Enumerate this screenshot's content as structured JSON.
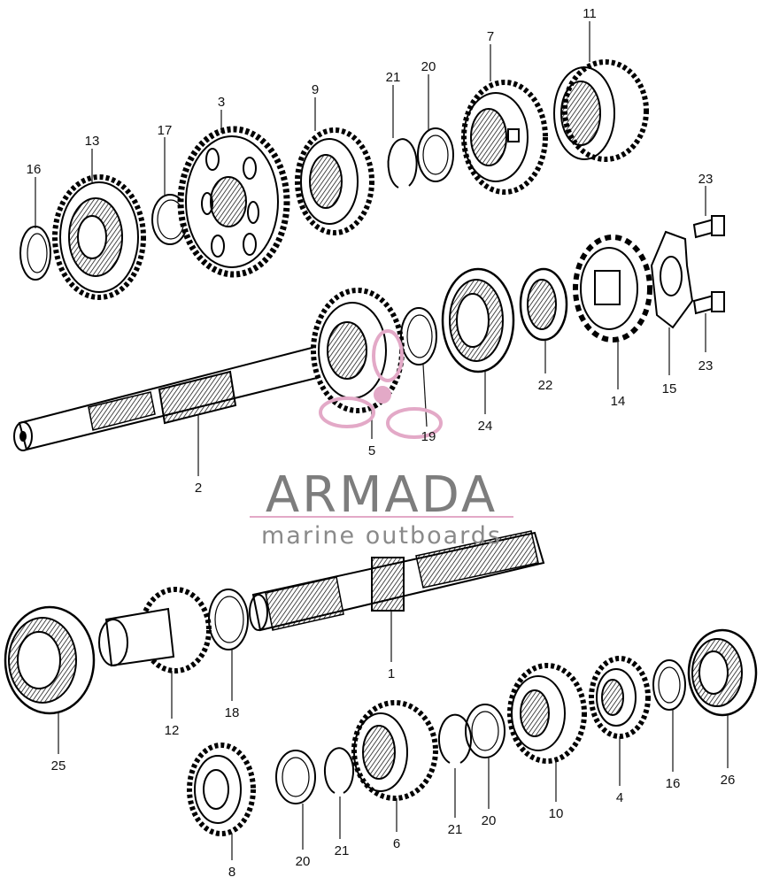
{
  "watermark": {
    "brand": "ARMADA",
    "tagline": "marine outboards",
    "accent_color": "#e3a9c7",
    "text_color": "#7d7d7d"
  },
  "part_labels": {
    "l1": "1",
    "l2": "2",
    "l3": "3",
    "l4": "4",
    "l5": "5",
    "l6": "6",
    "l7": "7",
    "l8": "8",
    "l9": "9",
    "l10": "10",
    "l11": "11",
    "l12": "12",
    "l13": "13",
    "l14": "14",
    "l15": "15",
    "l16a": "16",
    "l16b": "16",
    "l17": "17",
    "l18": "18",
    "l19": "19",
    "l20a": "20",
    "l20b": "20",
    "l20c": "20",
    "l21a": "21",
    "l21b": "21",
    "l21c": "21",
    "l22": "22",
    "l23a": "23",
    "l23b": "23",
    "l24": "24",
    "l25": "25",
    "l26": "26"
  }
}
